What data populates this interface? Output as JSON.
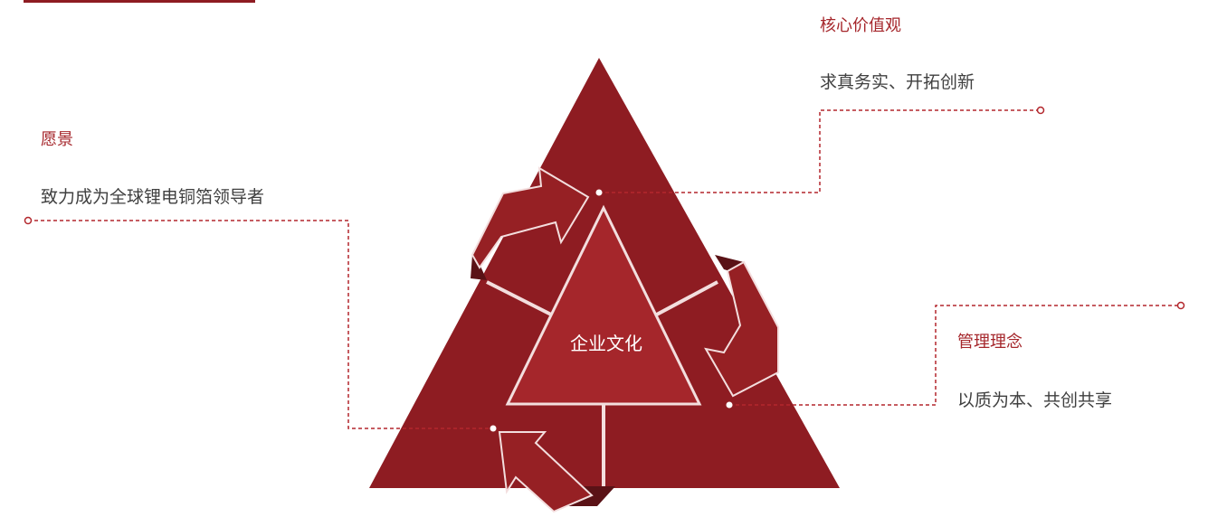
{
  "center": {
    "label": "企业文化"
  },
  "vision": {
    "title": "愿景",
    "text": "致力成为全球锂电铜箔领导者"
  },
  "core_values": {
    "title": "核心价值观",
    "text": "求真务实、开拓创新"
  },
  "management": {
    "title": "管理理念",
    "text": "以质为本、共创共享"
  },
  "colors": {
    "primary": "#8e1c22",
    "inner": "#a5262b",
    "arrow": "#962024",
    "arrow_shadow": "#5a1216",
    "connector": "#b3272d",
    "text": "#404040"
  }
}
